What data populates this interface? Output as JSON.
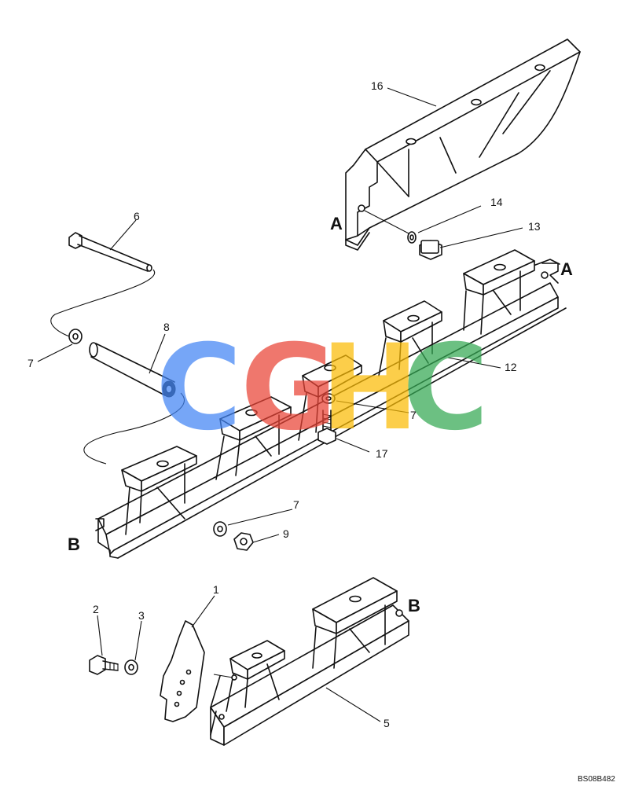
{
  "diagram": {
    "drawing_code": "BS08B482",
    "watermark": {
      "letters": [
        "C",
        "G",
        "H",
        "C"
      ],
      "colors": [
        "#4285F4",
        "#EA4335",
        "#FBBC05",
        "#34A853"
      ]
    },
    "references": {
      "A_top": "A",
      "A_rail": "A",
      "B_rail": "B",
      "B_bottom": "B"
    },
    "callouts": {
      "c1": "1",
      "c2": "2",
      "c3": "3",
      "c5": "5",
      "c6": "6",
      "c7a": "7",
      "c7b": "7",
      "c7c": "7",
      "c8": "8",
      "c9": "9",
      "c12": "12",
      "c13": "13",
      "c14": "14",
      "c16": "16",
      "c17": "17"
    }
  }
}
